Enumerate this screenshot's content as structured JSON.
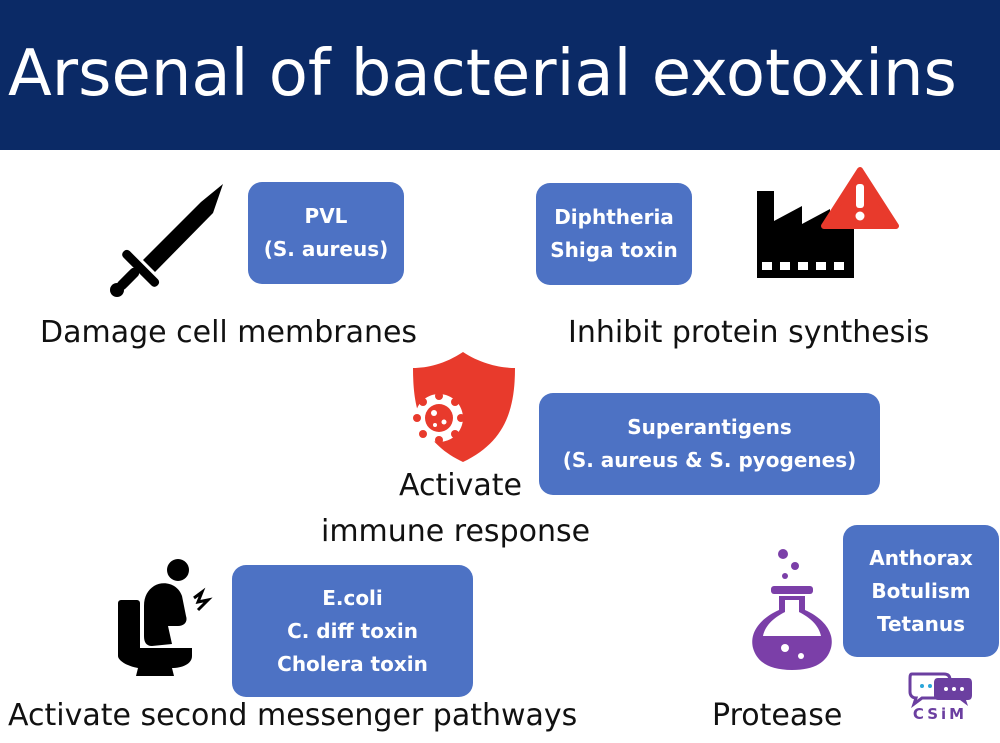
{
  "slide": {
    "title": "Arsenal of bacterial exotoxins"
  },
  "sections": {
    "membranes": {
      "caption": "Damage cell membranes",
      "box_lines": [
        "PVL",
        "(S. aureus)"
      ]
    },
    "protein": {
      "caption": "Inhibit protein synthesis",
      "box_lines": [
        "Diphtheria",
        "Shiga toxin"
      ]
    },
    "immune": {
      "caption_lines": [
        "Activate",
        "immune response"
      ],
      "box_lines": [
        "Superantigens",
        "(S. aureus & S. pyogenes)"
      ]
    },
    "messenger": {
      "caption": "Activate second messenger pathways",
      "box_lines": [
        "E.coli",
        "C. diff toxin",
        "Cholera toxin"
      ]
    },
    "protease": {
      "caption": "Protease",
      "box_lines": [
        "Anthorax",
        "Botulism",
        "Tetanus"
      ]
    }
  },
  "logo": {
    "text": "CSiM"
  },
  "icons": [
    "sword-icon",
    "factory-warning-icon",
    "shield-virus-icon",
    "toilet-person-icon",
    "potion-flask-icon",
    "chat-bubbles-logo-icon"
  ],
  "colors": {
    "header_bg": "#0b2a66",
    "box_bg": "#4d72c4",
    "shield_red": "#e83a2c",
    "flask_purple": "#7b3fa8",
    "warning_red": "#e83a2c"
  }
}
